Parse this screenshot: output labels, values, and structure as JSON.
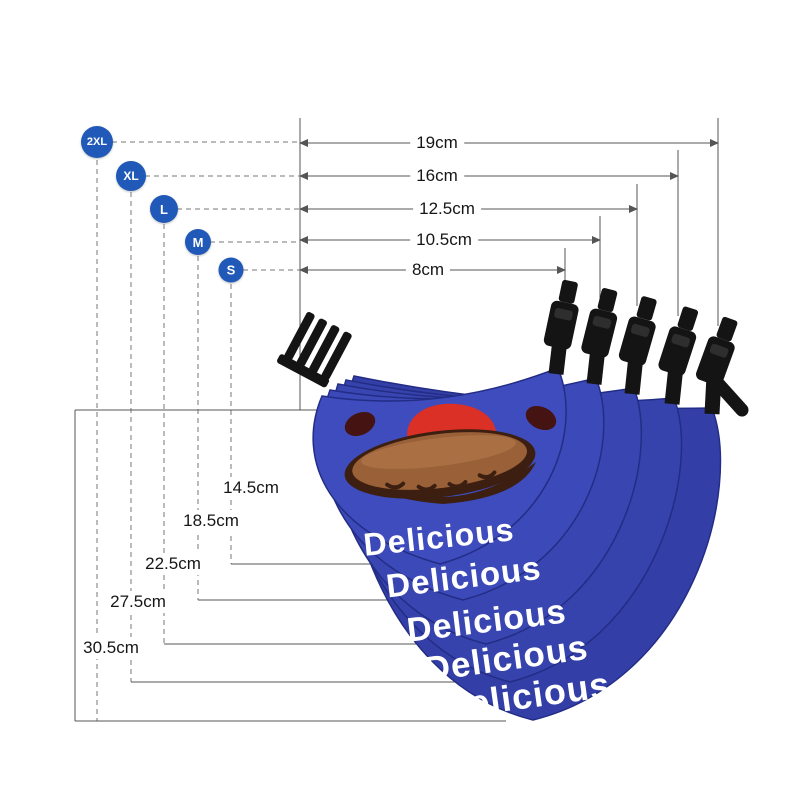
{
  "product": {
    "brand_text": "Delicious"
  },
  "sizes": [
    {
      "label": "2XL",
      "top_width": "19cm",
      "height": "30.5cm"
    },
    {
      "label": "XL",
      "top_width": "16cm",
      "height": "27.5cm"
    },
    {
      "label": "L",
      "top_width": "12.5cm",
      "height": "22.5cm"
    },
    {
      "label": "M",
      "top_width": "10.5cm",
      "height": "18.5cm"
    },
    {
      "label": "S",
      "top_width": "8cm",
      "height": "14.5cm"
    }
  ],
  "colors": {
    "badge_blue": "#2159b8",
    "bib_blue": "#3a46b4",
    "strap_black": "#141414",
    "sausage_brown": "#9a6038",
    "outline_brown": "#3c1f10",
    "tongue_red": "#da3026",
    "dimension_line": "#555555"
  }
}
